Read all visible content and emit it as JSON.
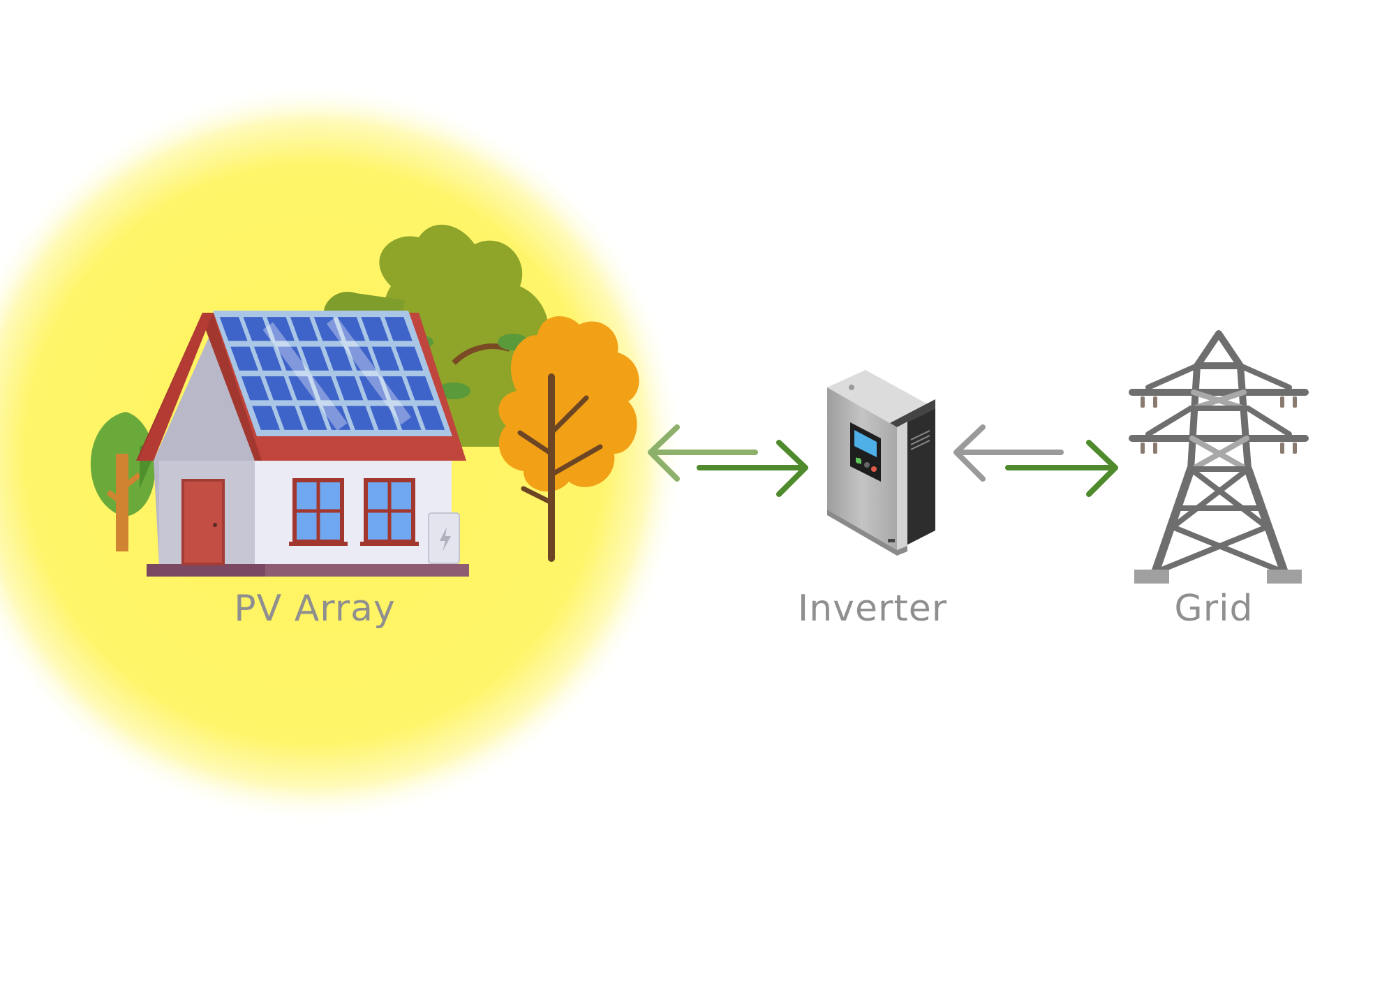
{
  "nodes": [
    {
      "id": "pv",
      "label": "PV Array",
      "icon": "house-with-solar-panels-icon"
    },
    {
      "id": "inverter",
      "label": "Inverter",
      "icon": "inverter-box-icon"
    },
    {
      "id": "grid",
      "label": "Grid",
      "icon": "transmission-tower-icon"
    }
  ],
  "edges": [
    {
      "from": "pv",
      "to": "inverter",
      "direction": "bidirectional",
      "color_back": "#8db06a",
      "color_forward": "#4f8a2c"
    },
    {
      "from": "inverter",
      "to": "grid",
      "direction": "bidirectional",
      "color_back": "#9a9a9a",
      "color_forward": "#4f8a2c"
    }
  ],
  "colors": {
    "sun_glow": "#fff466",
    "roof": "#c0453c",
    "panel": "#3e63c9",
    "wall": "#ebebf5",
    "tower": "#6e6e6e",
    "label": "#8f8f8f"
  }
}
